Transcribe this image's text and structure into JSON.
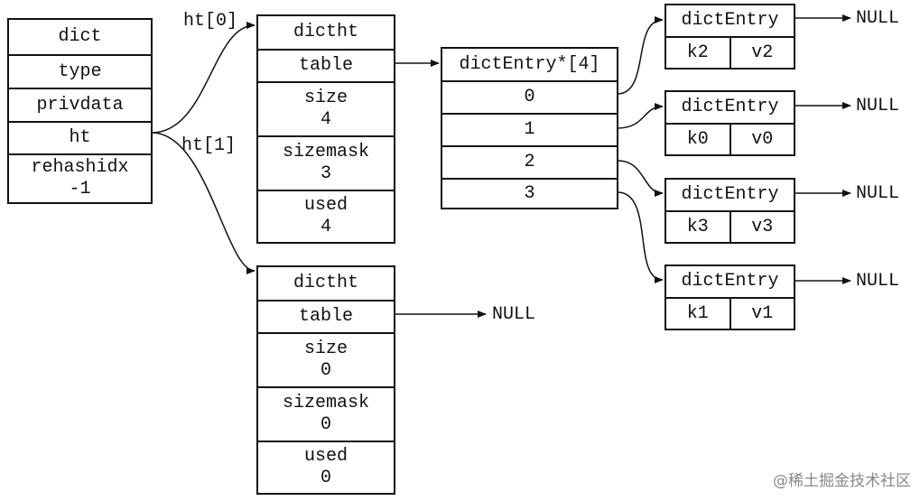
{
  "dict": {
    "fields": [
      "dict",
      "type",
      "privdata",
      "ht"
    ],
    "rehashidx_label": "rehashidx",
    "rehashidx_value": "-1"
  },
  "edge_labels": {
    "ht0": "ht[0]",
    "ht1": "ht[1]"
  },
  "ht0": {
    "title": "dictht",
    "table": "table",
    "size_label": "size",
    "size": "4",
    "sizemask_label": "sizemask",
    "sizemask": "3",
    "used_label": "used",
    "used": "4"
  },
  "ht1": {
    "title": "dictht",
    "table": "table",
    "size_label": "size",
    "size": "0",
    "sizemask_label": "sizemask",
    "sizemask": "0",
    "used_label": "used",
    "used": "0"
  },
  "array": {
    "title": "dictEntry*[4]",
    "slots": [
      "0",
      "1",
      "2",
      "3"
    ]
  },
  "entries": [
    {
      "title": "dictEntry",
      "key": "k2",
      "value": "v2"
    },
    {
      "title": "dictEntry",
      "key": "k0",
      "value": "v0"
    },
    {
      "title": "dictEntry",
      "key": "k3",
      "value": "v3"
    },
    {
      "title": "dictEntry",
      "key": "k1",
      "value": "v1"
    }
  ],
  "null_label": "NULL",
  "watermark": "@稀土掘金技术社区"
}
